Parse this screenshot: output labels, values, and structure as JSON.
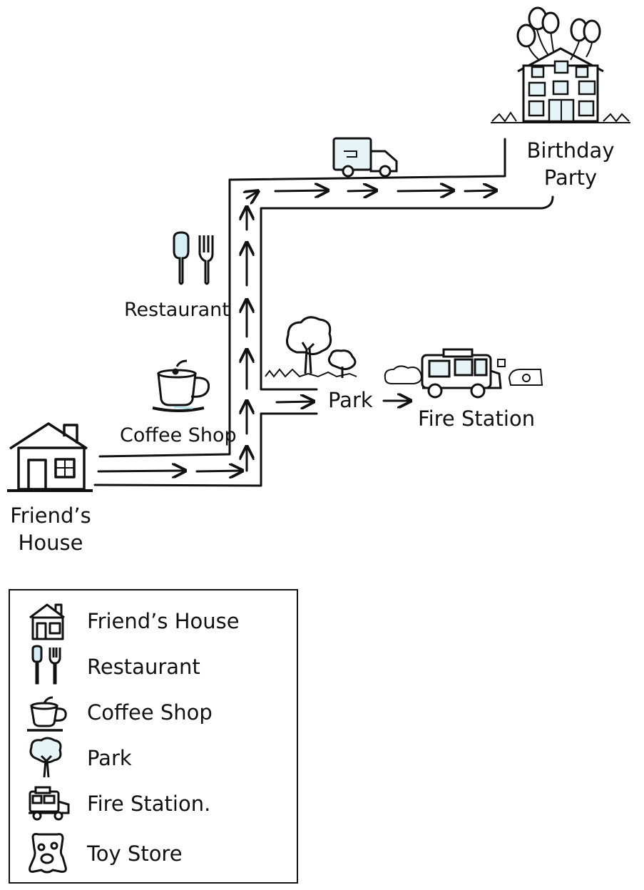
{
  "map": {
    "locations": {
      "friends_house": {
        "line1": "Friend’s",
        "line2": "House"
      },
      "coffee_shop": "Coffee Shop",
      "restaurant": "Restaurant",
      "park": "Park",
      "fire_station": "Fire Station",
      "birthday_party": {
        "line1": "Birthday",
        "line2": "Party"
      }
    },
    "icons": {
      "friends_house": "house-icon",
      "coffee_shop": "coffee-cup-icon",
      "restaurant": "spoon-fork-icon",
      "park": "tree-icon",
      "fire_station": "fire-truck-icon",
      "birthday_party": "party-building-balloons-icon",
      "vehicle": "delivery-truck-icon"
    },
    "colors": {
      "ink": "#111111",
      "icon_tint": "#d8eef6"
    }
  },
  "legend": {
    "items": [
      {
        "icon": "house-icon",
        "label": "Friend’s House"
      },
      {
        "icon": "spoon-fork-icon",
        "label": "Restaurant"
      },
      {
        "icon": "coffee-cup-icon",
        "label": "Coffee Shop"
      },
      {
        "icon": "tree-icon",
        "label": "Park"
      },
      {
        "icon": "fire-truck-icon",
        "label": "Fire Station."
      },
      {
        "icon": "toy-store-icon",
        "label": "Toy Store"
      }
    ]
  }
}
